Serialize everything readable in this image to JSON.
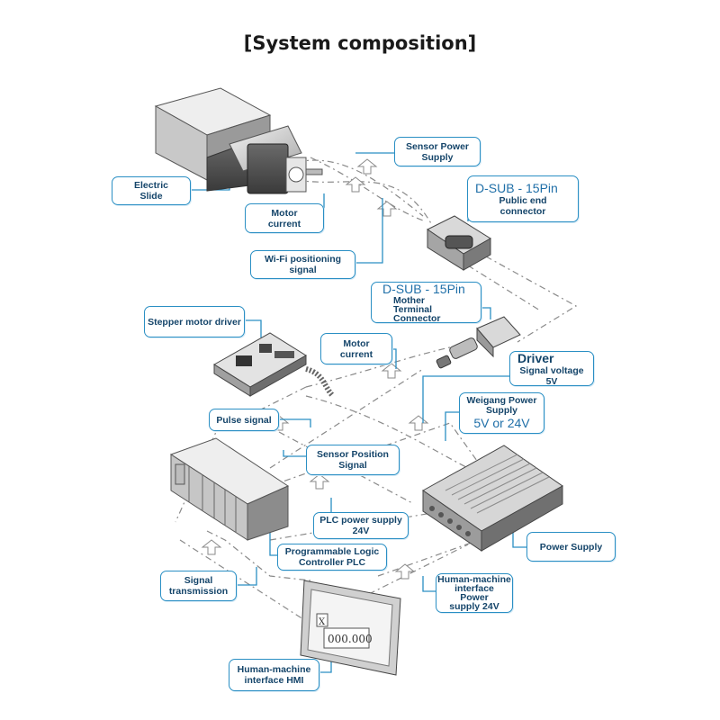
{
  "title": "[System composition]",
  "labels": {
    "electric_slide": [
      "Electric",
      "Slide"
    ],
    "sensor_power_supply": [
      "Sensor Power",
      "Supply"
    ],
    "motor_current_top": [
      "Motor",
      "current"
    ],
    "dsub_public": {
      "heading": "D-SUB - 15Pin",
      "lines": [
        "Public end",
        "connector"
      ]
    },
    "wifi_signal": [
      "Wi-Fi positioning",
      "signal"
    ],
    "dsub_mother": {
      "heading": "D-SUB - 15Pin",
      "lines": [
        "Mother",
        "Terminal",
        "Connector"
      ]
    },
    "stepper_driver": "Stepper motor driver",
    "motor_current_mid": [
      "Motor",
      "current"
    ],
    "driver_signal": {
      "heading": "Driver",
      "lines": [
        "Signal voltage",
        "5V"
      ]
    },
    "weigang_power": {
      "lines": [
        "Weigang Power",
        "Supply"
      ],
      "big": "5V or 24V"
    },
    "pulse_signal": "Pulse signal",
    "sensor_position": [
      "Sensor Position",
      "Signal"
    ],
    "plc_power": [
      "PLC power supply",
      "24V"
    ],
    "power_supply": "Power Supply",
    "plc": [
      "Programmable Logic",
      "Controller PLC"
    ],
    "signal_transmission": [
      "Signal",
      "transmission"
    ],
    "hmi_power": [
      "Human-machine",
      "interface",
      "Power",
      "supply 24V"
    ],
    "hmi": [
      "Human-machine",
      "interface HMI"
    ]
  },
  "hmi_screen": {
    "axis": "X",
    "value": "000.000"
  }
}
